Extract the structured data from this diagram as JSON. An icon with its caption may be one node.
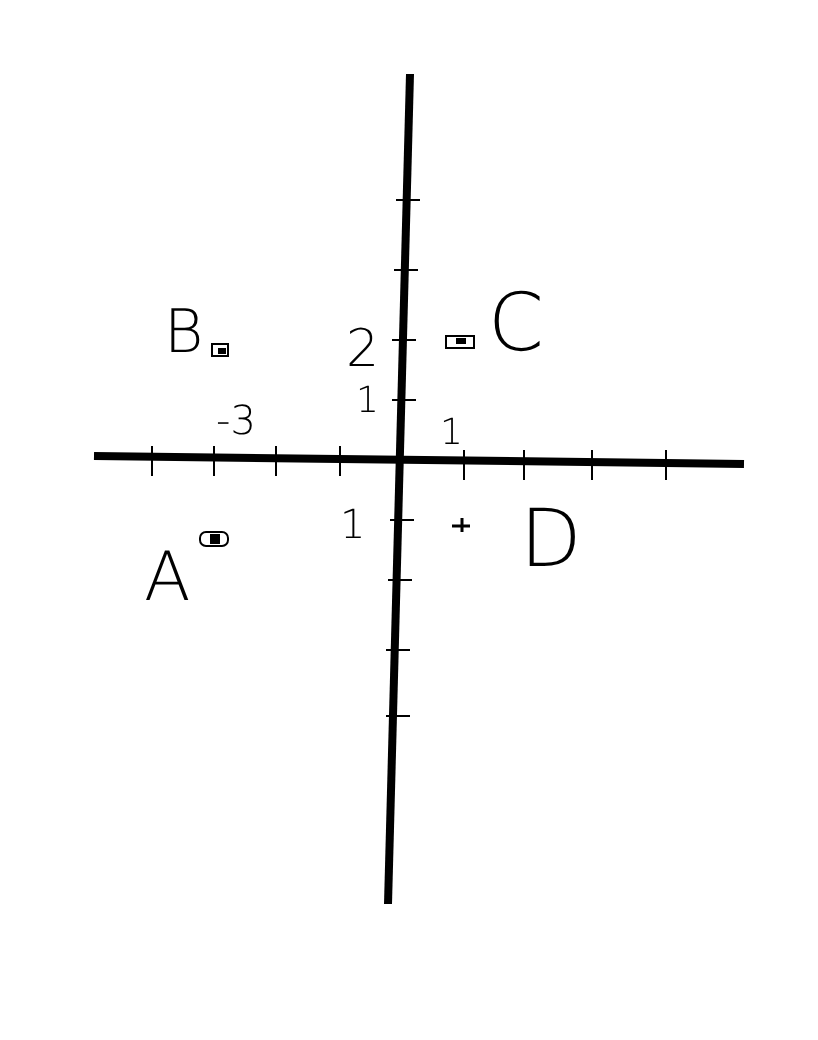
{
  "diagram": {
    "labels": [
      "B",
      "2",
      "C",
      "1",
      "-3",
      "1",
      "A",
      "1",
      "D"
    ]
  }
}
